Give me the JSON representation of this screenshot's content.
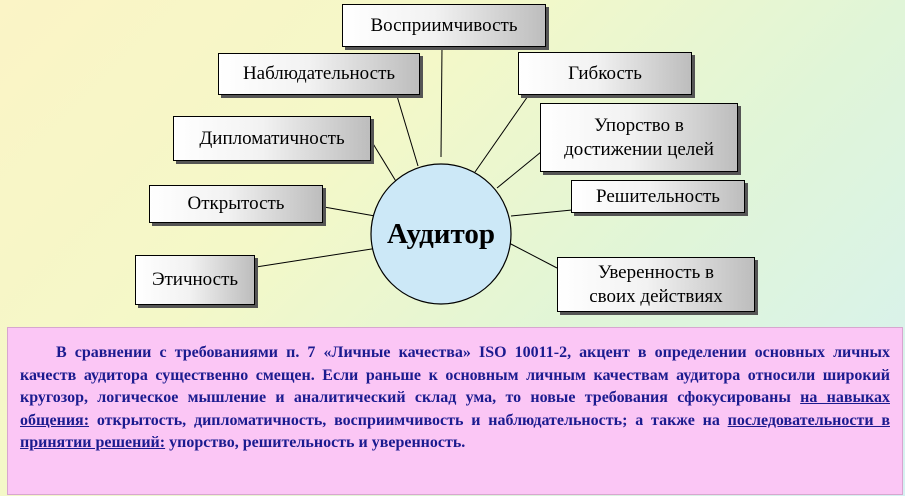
{
  "center": {
    "label": "Аудитор"
  },
  "qualities": [
    {
      "id": "vospriimchivost",
      "lines": [
        "Восприимчивость"
      ]
    },
    {
      "id": "nablyudatelnost",
      "lines": [
        "Наблюдательность"
      ]
    },
    {
      "id": "gibkost",
      "lines": [
        "Гибкость"
      ]
    },
    {
      "id": "diplomatichnost",
      "lines": [
        "Дипломатичность"
      ]
    },
    {
      "id": "uporstvo",
      "lines": [
        "Упорство в",
        "достижении целей"
      ]
    },
    {
      "id": "reshitelnost",
      "lines": [
        "Решительность"
      ]
    },
    {
      "id": "otkrytost",
      "lines": [
        "Открытость"
      ]
    },
    {
      "id": "etichnost",
      "lines": [
        "Этичность"
      ]
    },
    {
      "id": "uverennost",
      "lines": [
        "Уверенность в",
        "своих действиях"
      ]
    }
  ],
  "paragraph": {
    "part1": "В сравнении с требованиями п. 7 «Личные качества» ISO 10011-2, акцент в определении основных личных качеств аудитора существенно смещен. Если раньше к основным личным качествам аудитора относили широкий кругозор, логическое мышление и аналитический склад ума, то новые требования сфокусированы ",
    "underline1": "на навыках общения:",
    "part2": " открытость, дипломатичность, восприимчивость и наблюдательность; а также на ",
    "underline2": "последовательности в принятии решений:",
    "part3": " упорство, решительность и уверенность."
  },
  "colors": {
    "circle_fill": "#cce8f7",
    "panel_bg": "#fbc6f5",
    "panel_text": "#1b1b8f"
  }
}
